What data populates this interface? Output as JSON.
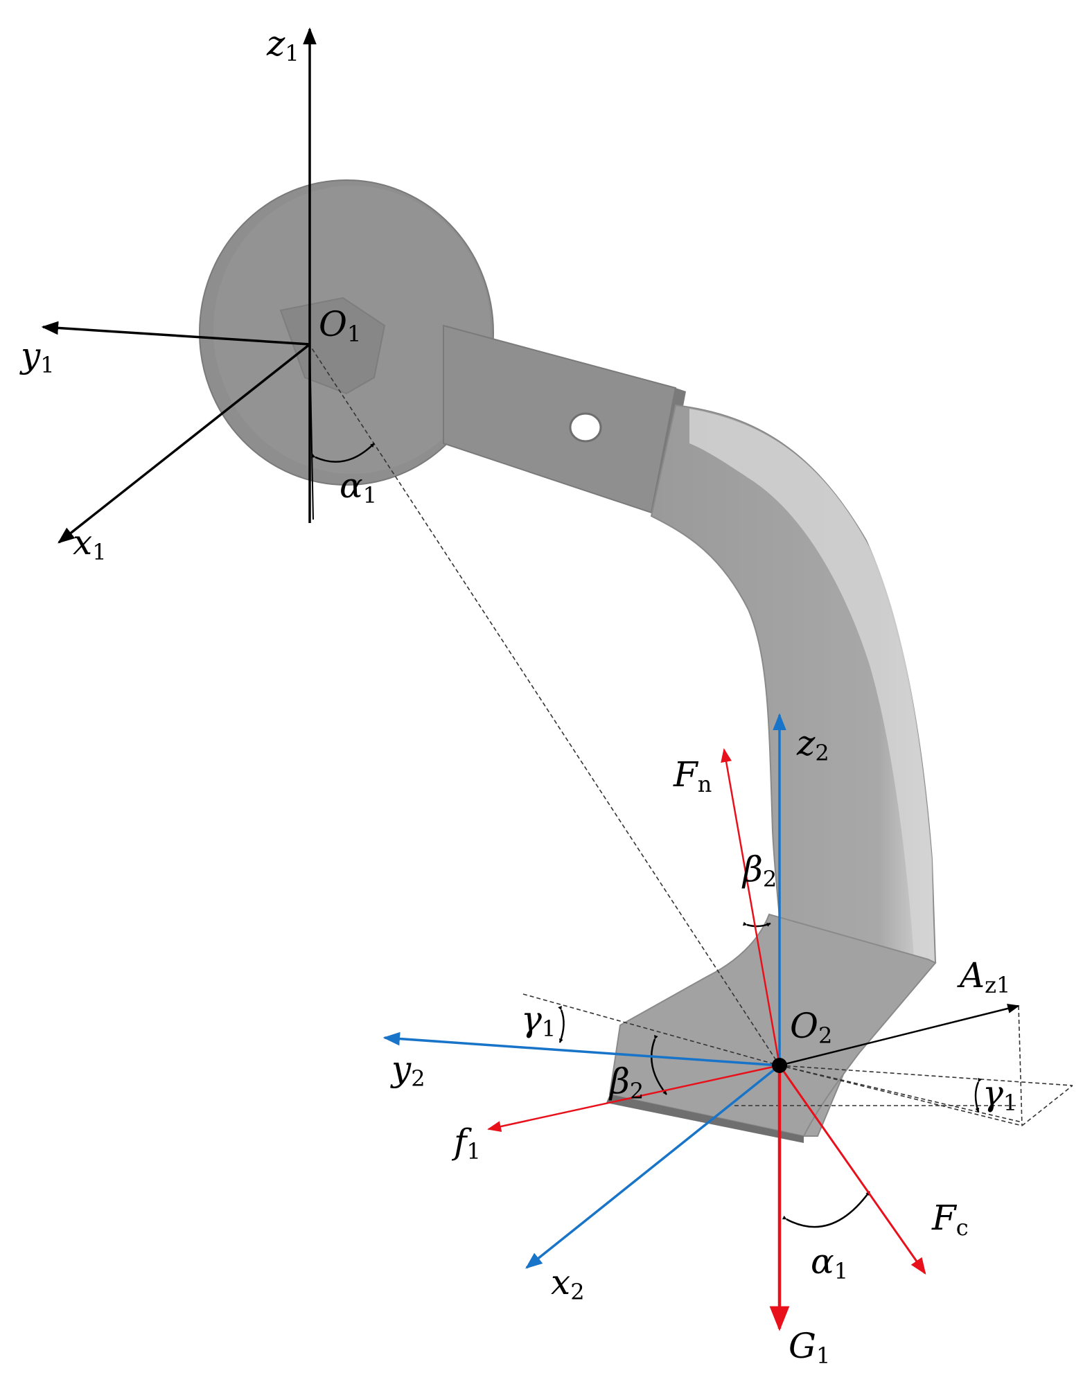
{
  "labels": {
    "z1": {
      "main": "z",
      "sub": "1"
    },
    "y1": {
      "main": "y",
      "sub": "1"
    },
    "x1": {
      "main": "x",
      "sub": "1"
    },
    "O1": {
      "main": "O",
      "sub": "1"
    },
    "alpha1_top": {
      "main": "α",
      "sub": "1"
    },
    "z2": {
      "main": "z",
      "sub": "2"
    },
    "Fn": {
      "main": "F",
      "sub": "n"
    },
    "beta2_top": {
      "main": "β",
      "sub": "2"
    },
    "Az1": {
      "main": "A",
      "sub": "z1"
    },
    "O2": {
      "main": "O",
      "sub": "2"
    },
    "gamma1_left": {
      "main": "γ",
      "sub": "1"
    },
    "gamma1_right": {
      "main": "γ",
      "sub": "1"
    },
    "y2": {
      "main": "y",
      "sub": "2"
    },
    "beta2_bottom": {
      "main": "β",
      "sub": "2"
    },
    "f1": {
      "main": "f",
      "sub": "1"
    },
    "Fc": {
      "main": "F",
      "sub": "c"
    },
    "alpha1_bottom": {
      "main": "α",
      "sub": "1"
    },
    "x2": {
      "main": "x",
      "sub": "2"
    },
    "G1": {
      "main": "G",
      "sub": "1"
    }
  },
  "colors": {
    "black_axes": "#000000",
    "blue_axes": "#1874c8",
    "red_forces": "#e8101a",
    "part_body": "#8c8c8c",
    "part_light": "#c8c8c8"
  }
}
